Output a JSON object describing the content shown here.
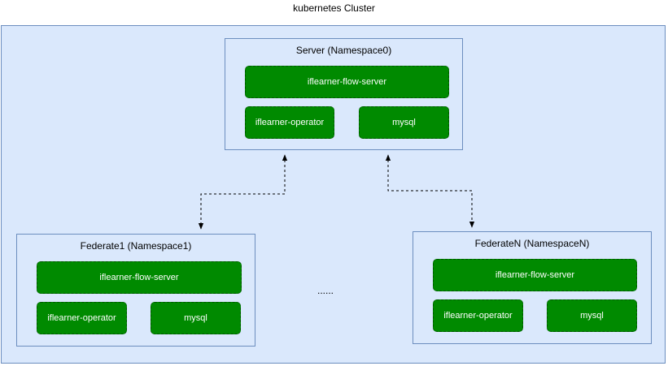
{
  "cluster": {
    "title": "kubernetes Cluster"
  },
  "server": {
    "title": "Server (Namespace0)",
    "flow_server": "iflearner-flow-server",
    "operator": "iflearner-operator",
    "db": "mysql"
  },
  "federate1": {
    "title": "Federate1 (Namespace1)",
    "flow_server": "iflearner-flow-server",
    "operator": "iflearner-operator",
    "db": "mysql"
  },
  "federateN": {
    "title": "FederateN (NamespaceN)",
    "flow_server": "iflearner-flow-server",
    "operator": "iflearner-operator",
    "db": "mysql"
  },
  "ellipsis": "......",
  "colors": {
    "cluster_fill": "#dae8fc",
    "cluster_stroke": "#6c8ebf",
    "pod_fill": "#008a00",
    "pod_stroke": "#005700"
  }
}
